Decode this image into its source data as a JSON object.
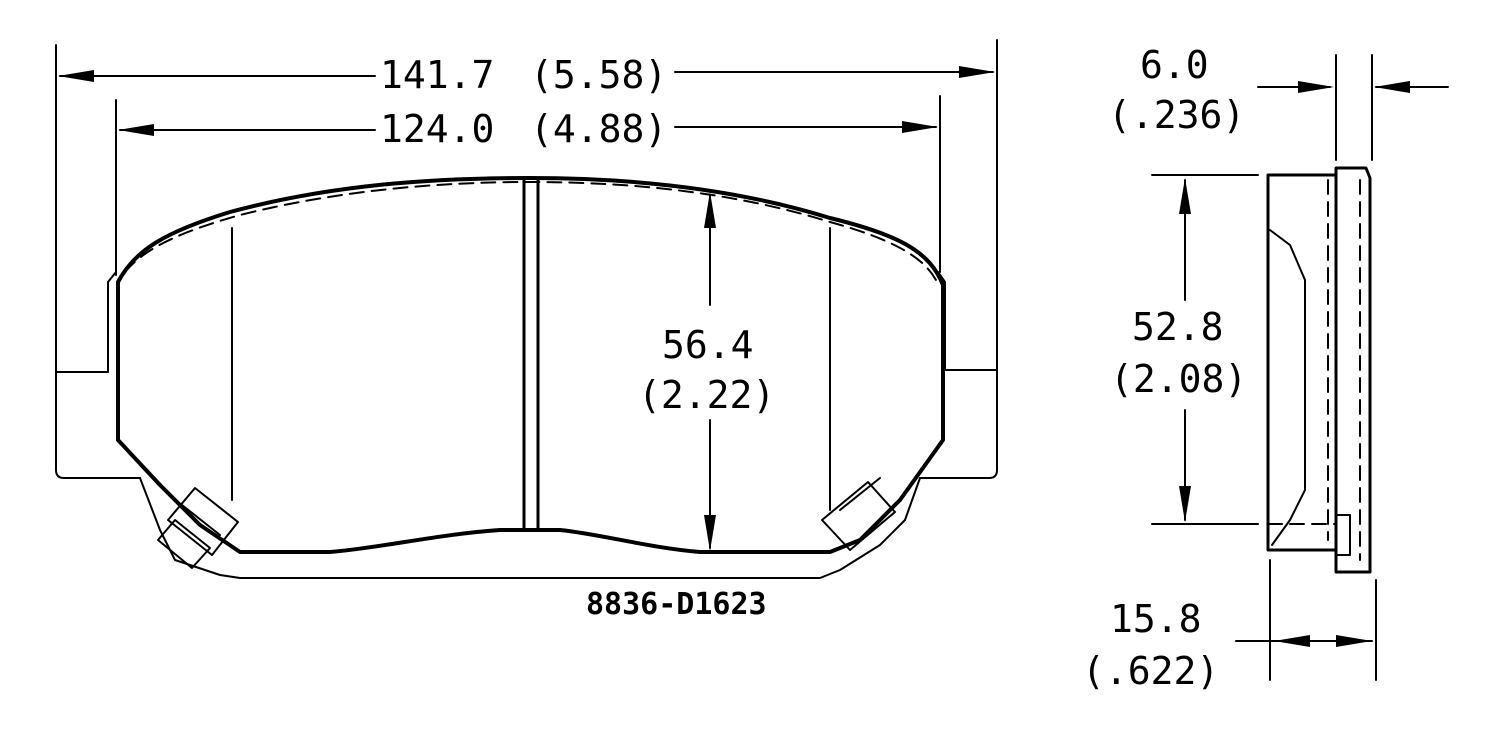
{
  "dimensions": {
    "overall_width": {
      "mm": "141.7",
      "in": "(5.58)"
    },
    "inner_width": {
      "mm": "124.0",
      "in": "(4.88)"
    },
    "height": {
      "mm": "56.4",
      "in": "(2.22)"
    },
    "side_height": {
      "mm": "52.8",
      "in": "(2.08)"
    },
    "backing_thickness": {
      "mm": "6.0",
      "in": "(.236)"
    },
    "total_thickness": {
      "mm": "15.8",
      "in": "(.622)"
    }
  },
  "part_number": "8836-D1623"
}
